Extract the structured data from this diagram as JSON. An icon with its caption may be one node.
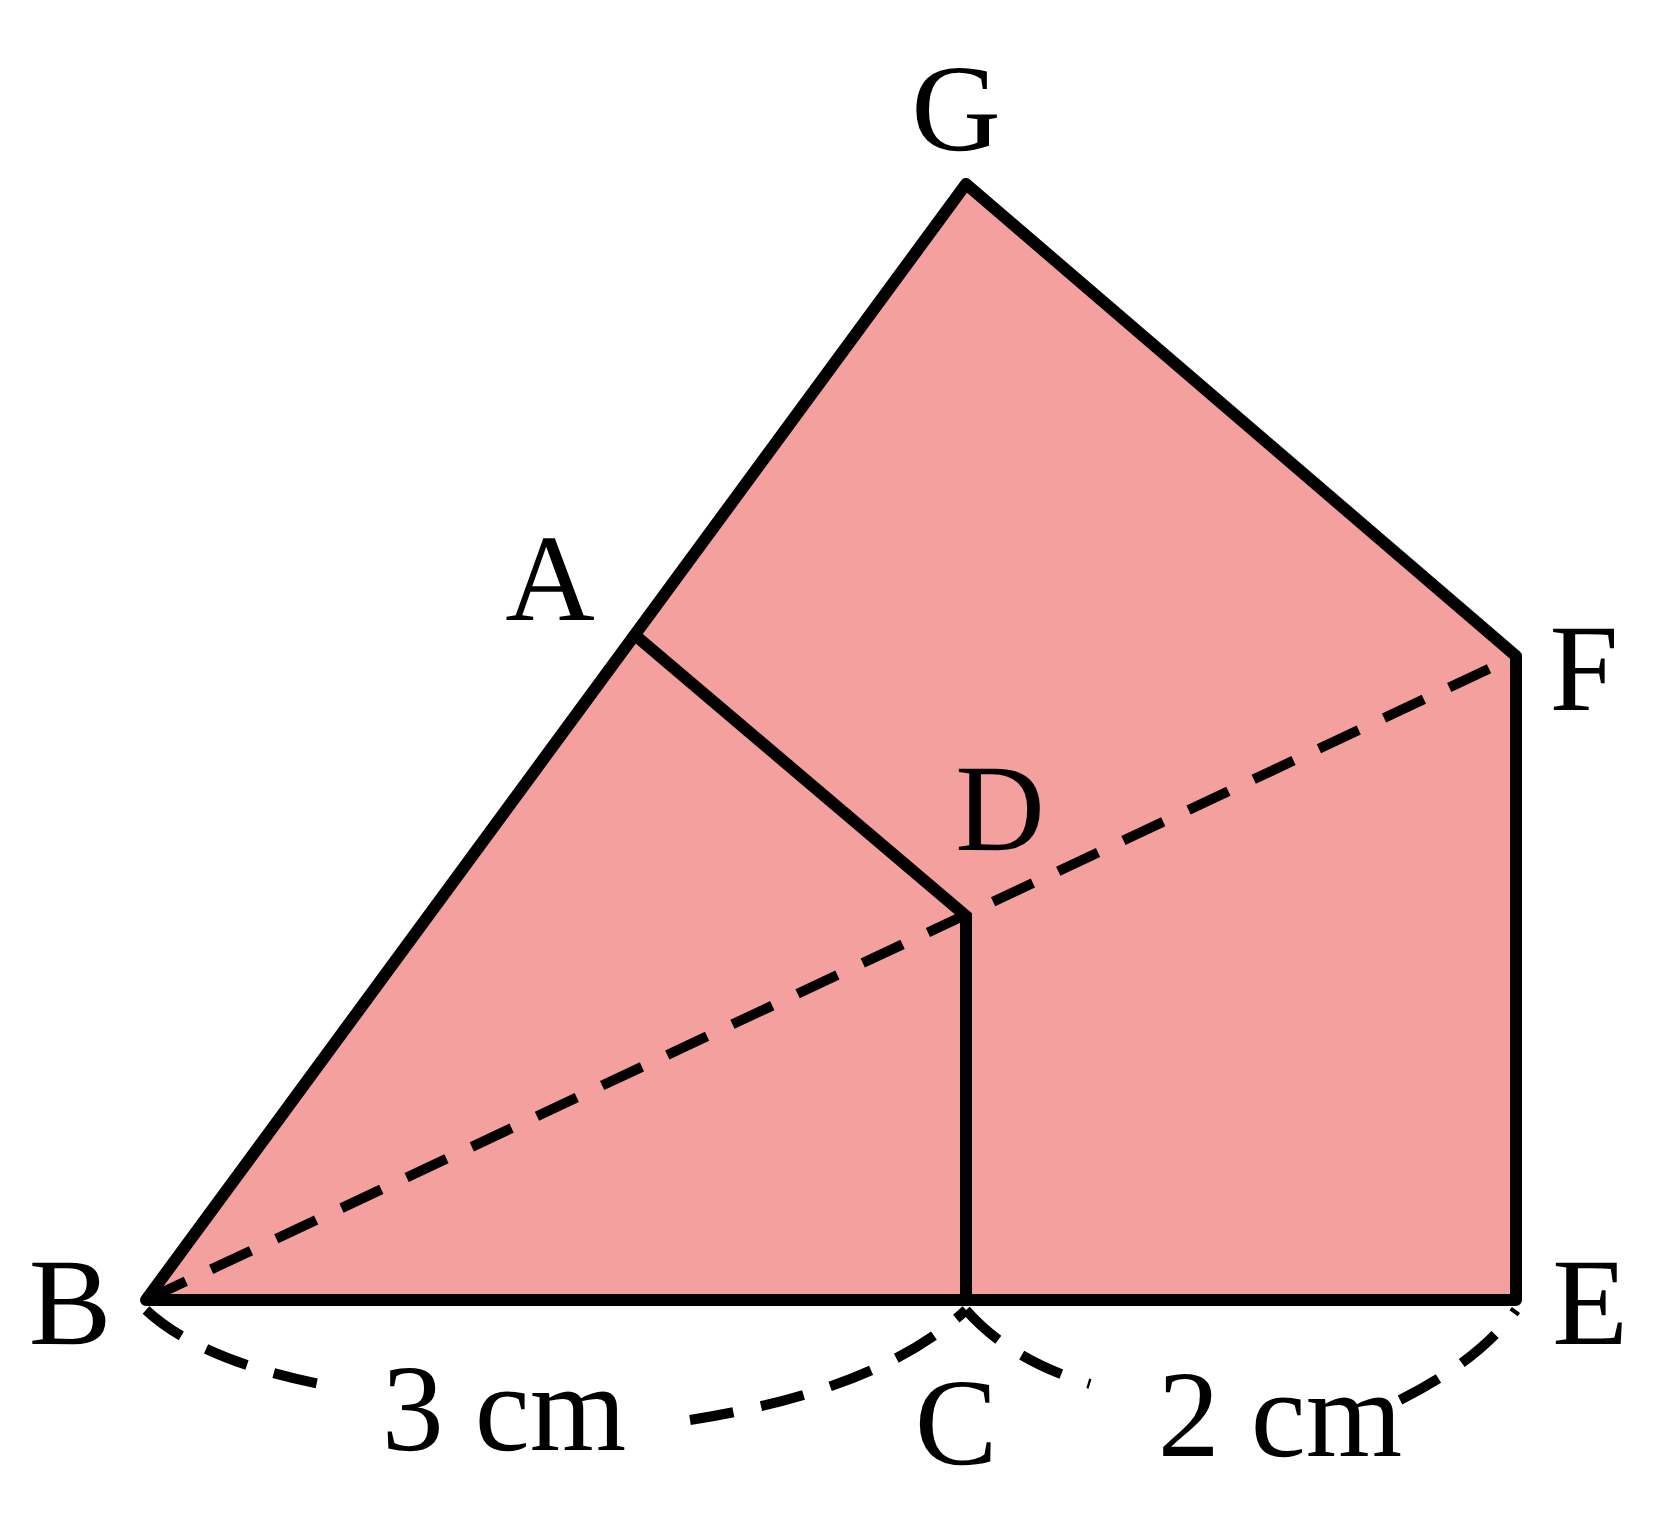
{
  "diagram": {
    "labels": [
      "G",
      "A",
      "F",
      "D",
      "B",
      "E",
      "3 cm",
      "C",
      "2 cm"
    ]
  }
}
